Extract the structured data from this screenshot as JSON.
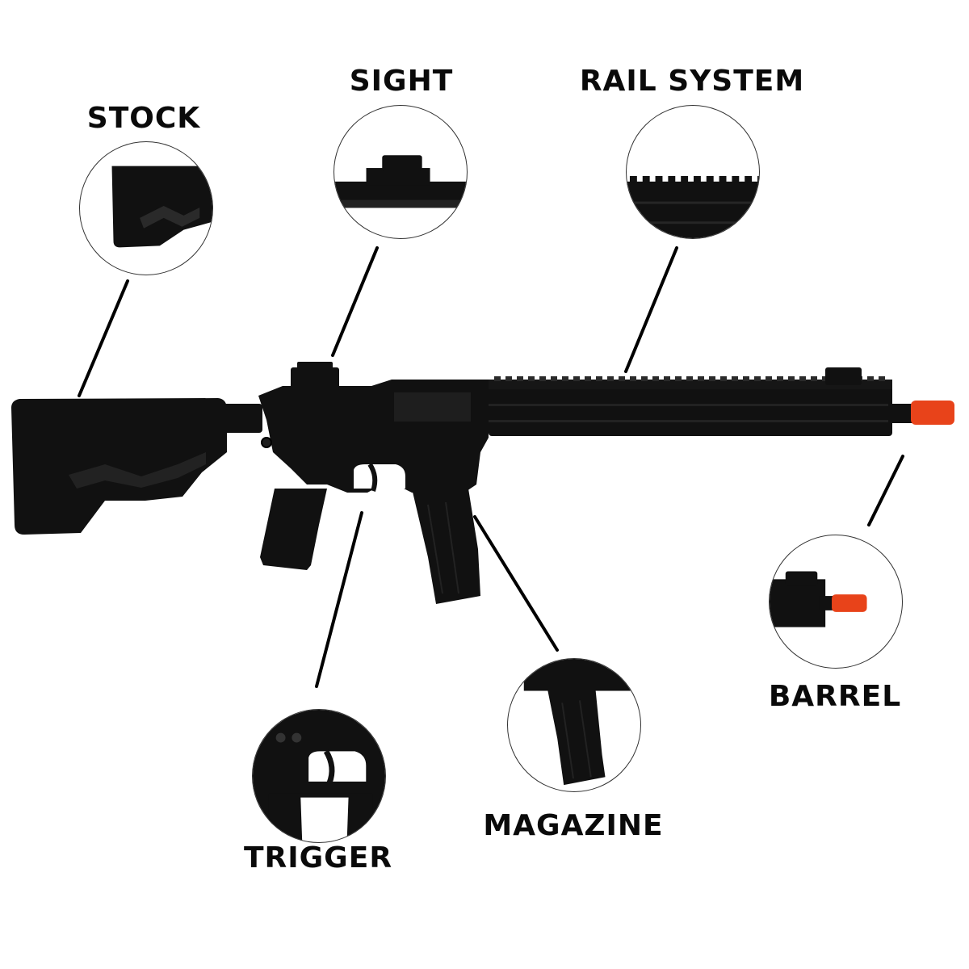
{
  "labels": {
    "stock": "STOCK",
    "sight": "SIGHT",
    "rail_system": "RAIL SYSTEM",
    "barrel": "BARREL",
    "trigger": "TRIGGER",
    "magazine": "MAGAZINE"
  },
  "colors": {
    "rifle": "#111111",
    "rifle_detail": "#2a2a2a",
    "barrel_tip": "#e8431a",
    "leader_line": "#000000"
  }
}
